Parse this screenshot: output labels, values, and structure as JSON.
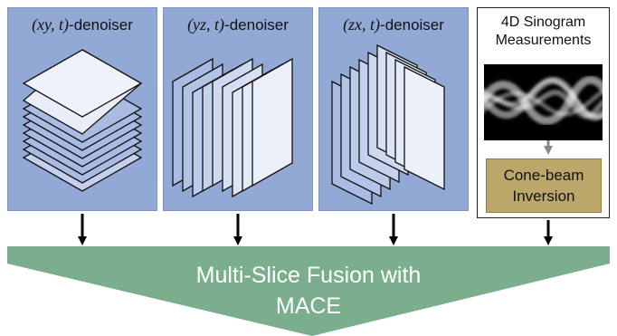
{
  "denoisers": [
    {
      "math": "(xy, t)",
      "suffix": "-denoiser"
    },
    {
      "math": "(yz, t)",
      "suffix": "-denoiser"
    },
    {
      "math": "(zx, t)",
      "suffix": "-denoiser"
    }
  ],
  "sinogram": {
    "line1": "4D Sinogram",
    "line2": "Measurements"
  },
  "cone_beam": {
    "line1": "Cone-beam",
    "line2": "Inversion"
  },
  "fusion": {
    "line1": "Multi-Slice Fusion with",
    "line2": "MACE"
  },
  "colors": {
    "panel": "#92a9d6",
    "cone": "#bca76a",
    "fusion": "#7aae8c"
  }
}
